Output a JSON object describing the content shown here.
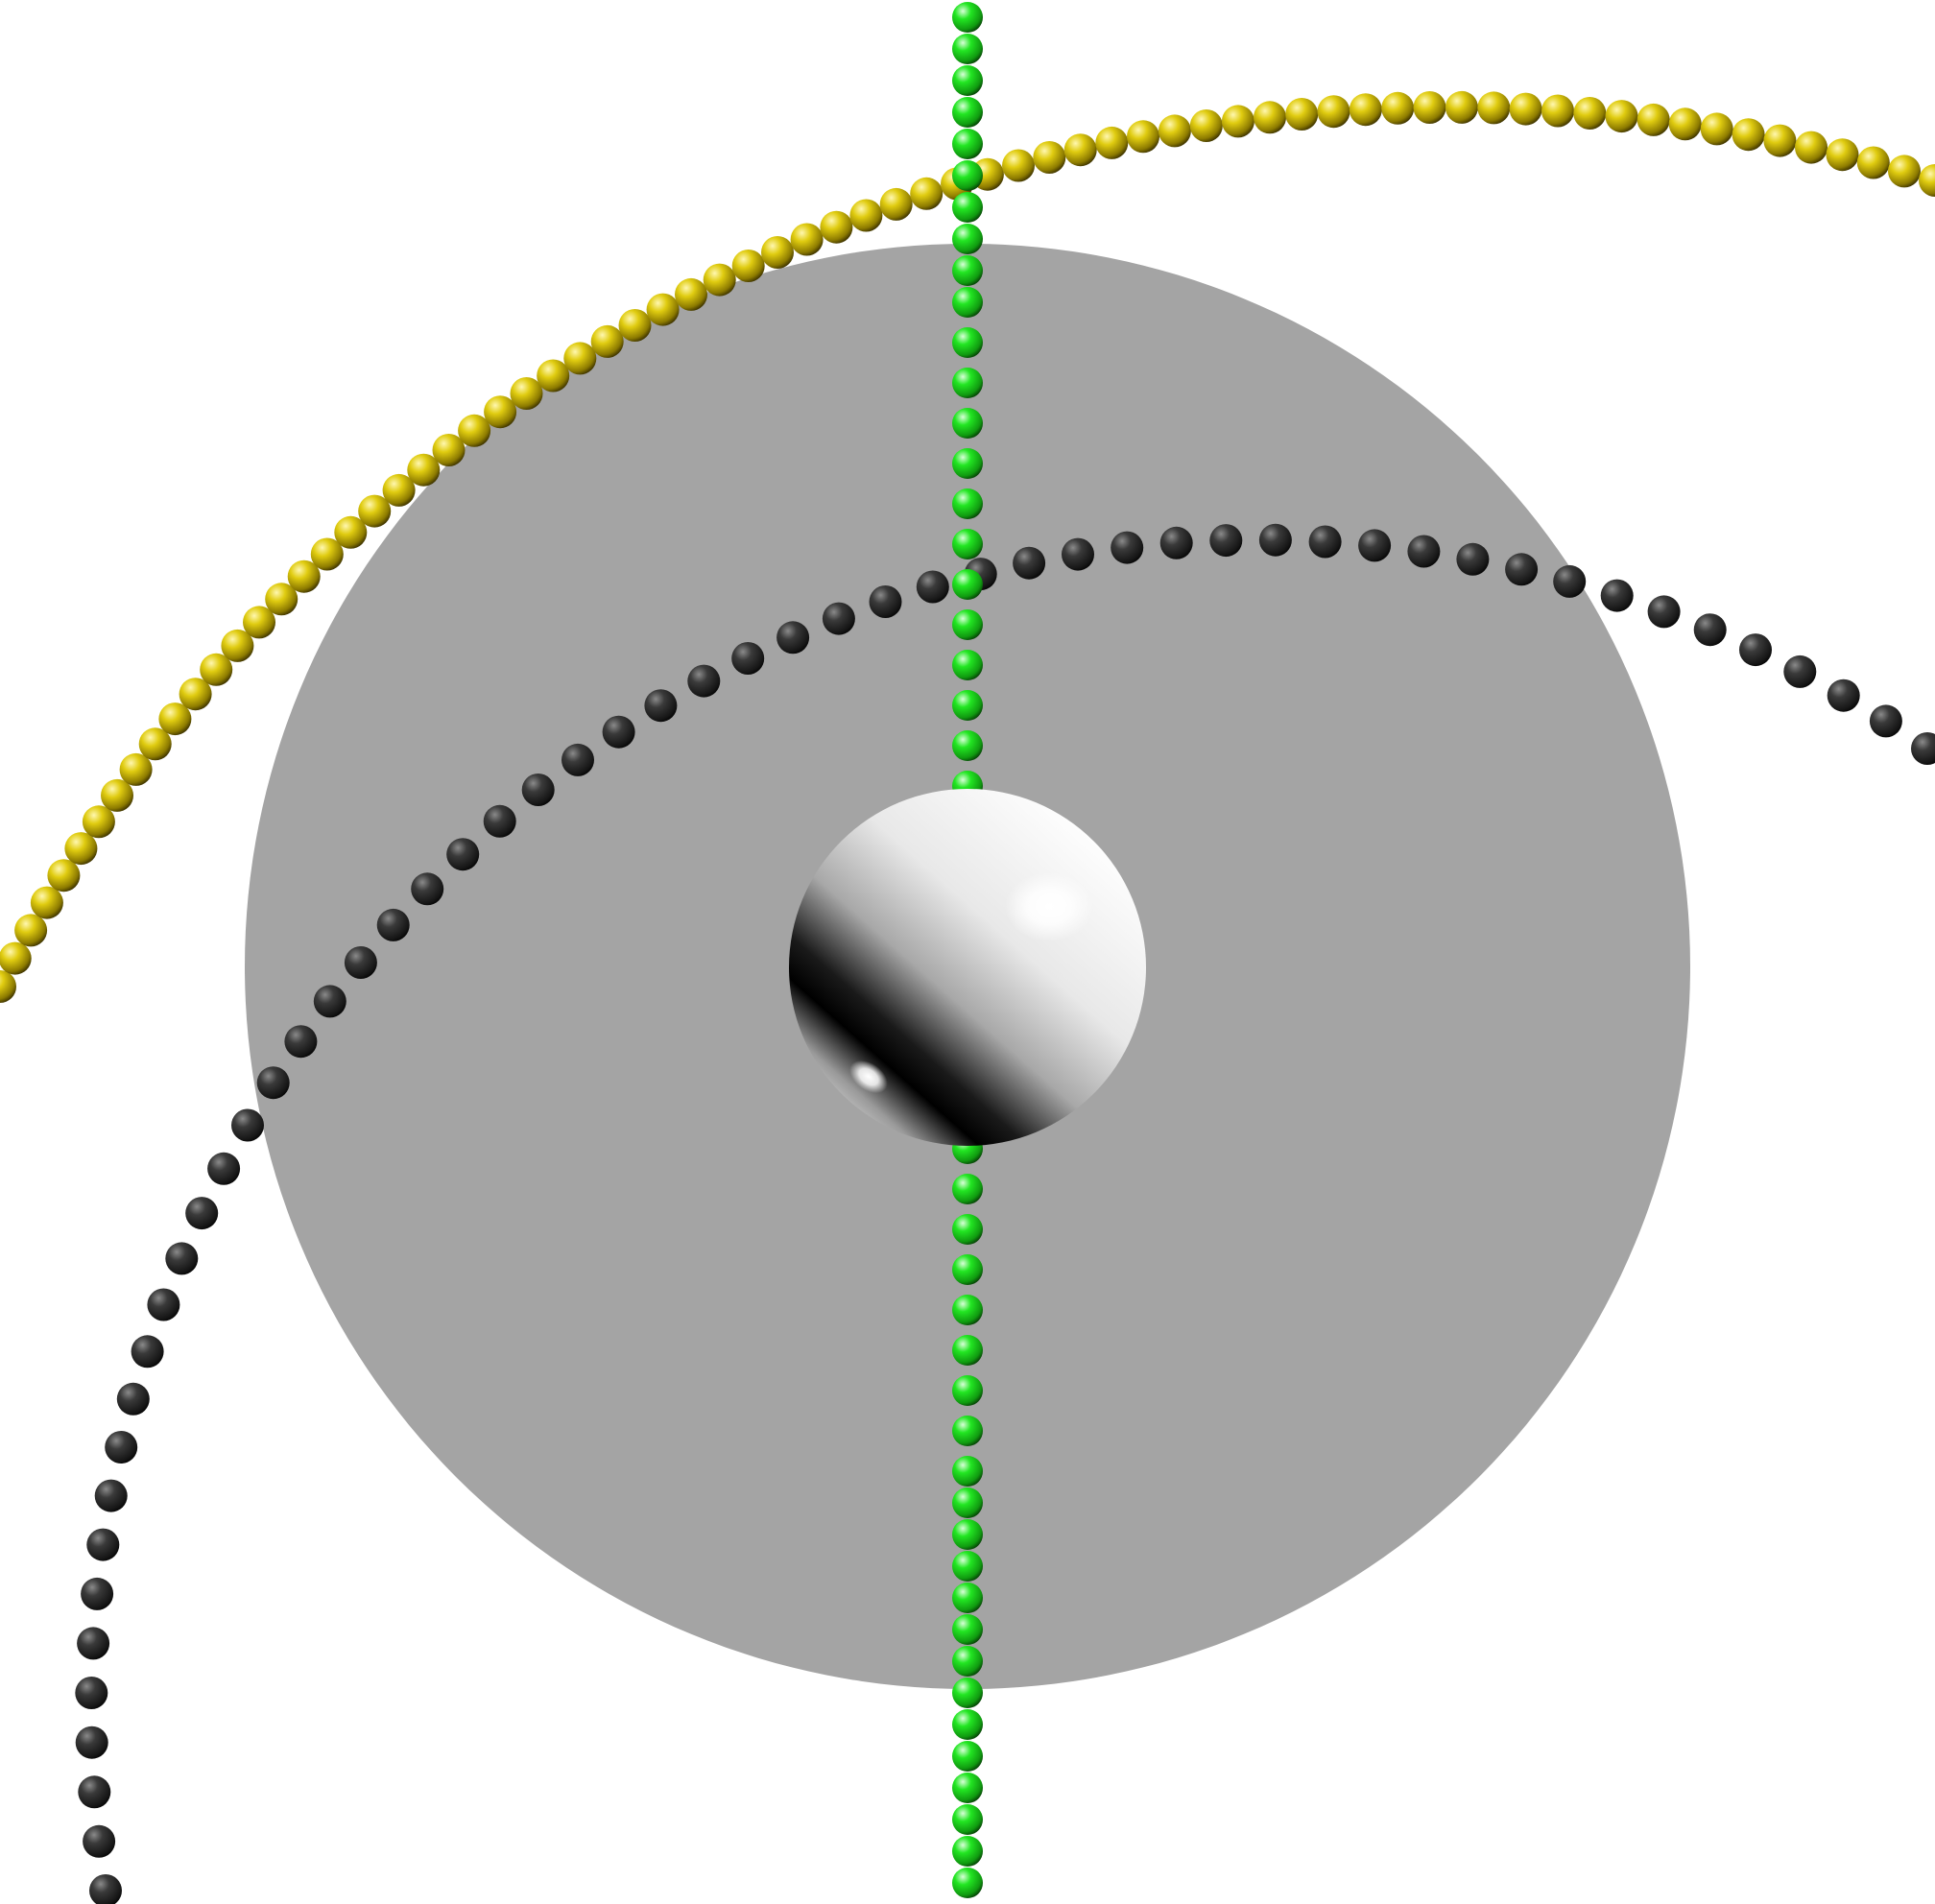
{
  "scene": {
    "background_color": "#ffffff",
    "disc": {
      "color": "#a4a4a4"
    },
    "central_sphere": {
      "color": "#ffffff",
      "shading": "glossy-white"
    },
    "bead_chains": [
      {
        "name": "green-chain",
        "color": "#22e622",
        "shape": "straight vertical line"
      },
      {
        "name": "black-chain",
        "color": "#3a3a3a",
        "shape": "arc"
      },
      {
        "name": "yellow-chain",
        "color": "#e0cc10",
        "shape": "arc"
      }
    ]
  }
}
